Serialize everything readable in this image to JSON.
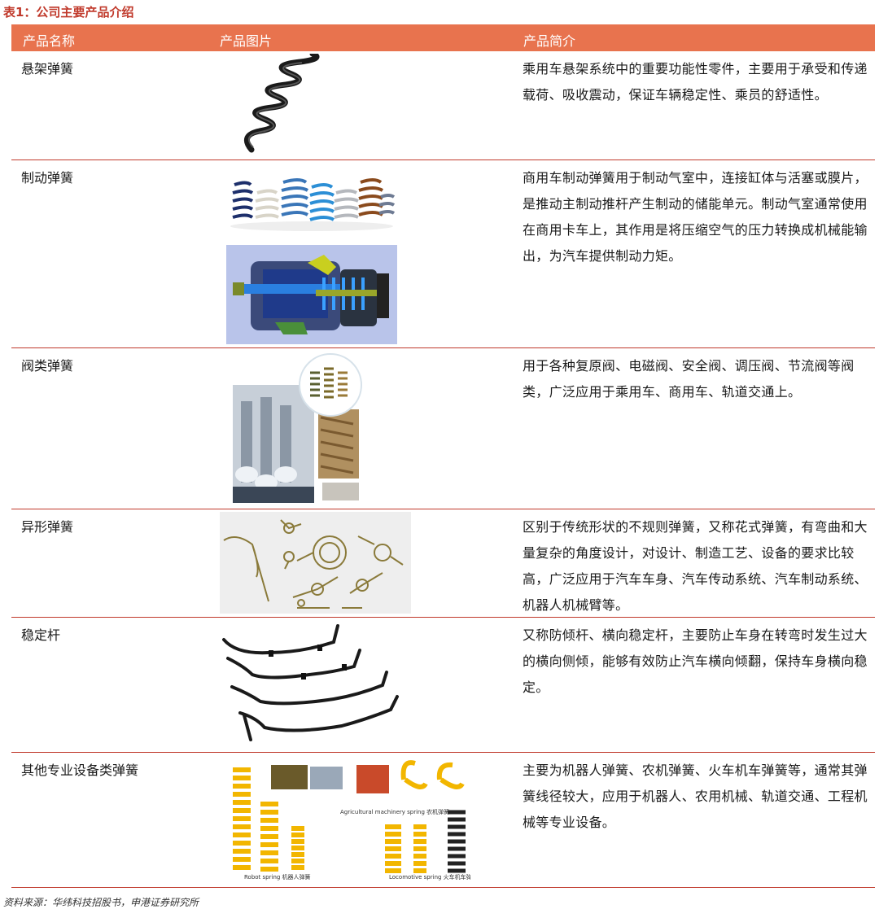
{
  "caption": "表1：公司主要产品介绍",
  "header": {
    "col1": "产品名称",
    "col2": "产品图片",
    "col3": "产品简介"
  },
  "rows": [
    {
      "name": "悬架弹簧",
      "desc": "乘用车悬架系统中的重要功能性零件，主要用于承受和传递载荷、吸收震动，保证车辆稳定性、乘员的舒适性。"
    },
    {
      "name": "制动弹簧",
      "desc": "商用车制动弹簧用于制动气室中，连接缸体与活塞或膜片，是推动主制动推杆产生制动的储能单元。制动气室通常使用在商用卡车上，其作用是将压缩空气的压力转换成机械能输出，为汽车提供制动力矩。"
    },
    {
      "name": "阀类弹簧",
      "desc": "用于各种复原阀、电磁阀、安全阀、调压阀、节流阀等阀类，广泛应用于乘用车、商用车、轨道交通上。"
    },
    {
      "name": "异形弹簧",
      "desc": "区别于传统形状的不规则弹簧，又称花式弹簧，有弯曲和大量复杂的角度设计，对设计、制造工艺、设备的要求比较高，广泛应用于汽车车身、汽车传动系统、汽车制动系统、机器人机械臂等。"
    },
    {
      "name": "稳定杆",
      "desc": "又称防倾杆、横向稳定杆，主要防止车身在转弯时发生过大的横向侧倾，能够有效防止汽车横向倾翻，保持车身横向稳定。"
    },
    {
      "name": "其他专业设备类弹簧",
      "desc": "主要为机器人弹簧、农机弹簧、火车机车弹簧等，通常其弹簧线径较大，应用于机器人、农用机械、轨道交通、工程机械等专业设备。",
      "image_labels": {
        "agri": "Agricultural machinery spring 农机弹簧",
        "robot": "Robot spring 机器人弹簧",
        "loco": "Locomotive spring 火车机车弹簧"
      }
    }
  ],
  "source": "资料来源：华纬科技招股书，申港证券研究所",
  "colors": {
    "header_bg": "#e8734e",
    "rule": "#c0392b",
    "caption": "#c0392b"
  }
}
